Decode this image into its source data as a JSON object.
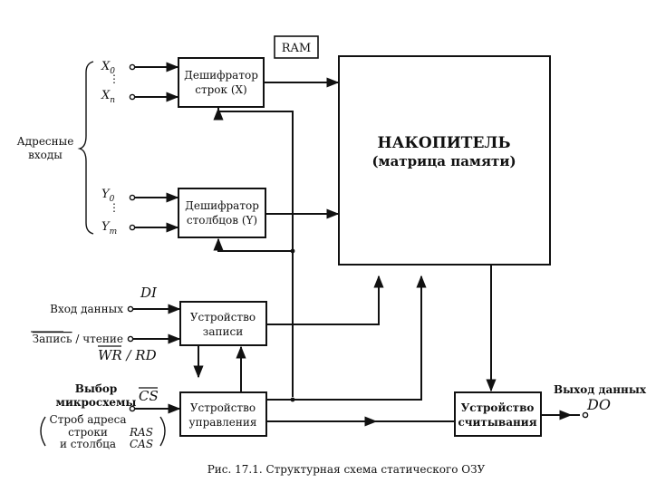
{
  "diagram": {
    "ram_label": "RAM",
    "address_inputs_label": [
      "Адресные",
      "входы"
    ],
    "x_inputs": {
      "first": "X",
      "first_sub": "0",
      "last": "X",
      "last_sub": "n"
    },
    "y_inputs": {
      "first": "Y",
      "first_sub": "0",
      "last": "Y",
      "last_sub": "m"
    },
    "row_decoder": [
      "Дешифратор",
      "строк (X)"
    ],
    "col_decoder": [
      "Дешифратор",
      "столбцов (Y)"
    ],
    "storage": [
      "НАКОПИТЕЛЬ",
      "(матрица памяти)"
    ],
    "write_device": [
      "Устройство",
      "записи"
    ],
    "control_device": [
      "Устройство",
      "управления"
    ],
    "read_device": [
      "Устройство",
      "считывания"
    ],
    "data_in_label": "Вход данных",
    "data_in_signal": "DI",
    "write_read_label_overlined": "Запись",
    "write_read_label_rest": " / чтение",
    "wr_rd_signal_overlined": "WR",
    "wr_rd_signal_rest": " / RD",
    "chip_select_label": [
      "Выбор",
      "микросхемы"
    ],
    "chip_select_signal": "CS",
    "strobe_label": [
      "Строб адреса",
      "строки",
      "и столбца"
    ],
    "strobe_signals": [
      "RAS",
      "CAS"
    ],
    "data_out_label": "Выход данных",
    "data_out_signal": "DO",
    "caption": "Рис. 17.1. Структурная схема статического ОЗУ"
  }
}
